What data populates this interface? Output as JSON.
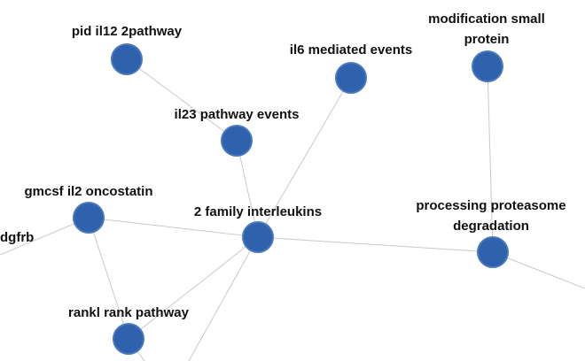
{
  "graph": {
    "nodes": [
      {
        "id": "pid-il12",
        "label_lines": [
          "pid il12 2pathway"
        ]
      },
      {
        "id": "il6",
        "label_lines": [
          "il6 mediated events"
        ]
      },
      {
        "id": "modification",
        "label_lines": [
          "modification small",
          "protein"
        ]
      },
      {
        "id": "il23",
        "label_lines": [
          "il23 pathway events"
        ]
      },
      {
        "id": "gmcsf",
        "label_lines": [
          "gmcsf il2 oncostatin"
        ]
      },
      {
        "id": "family",
        "label_lines": [
          "2 family interleukins"
        ]
      },
      {
        "id": "processing",
        "label_lines": [
          "processing proteasome",
          "degradation"
        ]
      },
      {
        "id": "rankl",
        "label_lines": [
          "rankl rank pathway"
        ]
      },
      {
        "id": "pdgfrb",
        "label_lines": [
          "dgfrb"
        ]
      }
    ],
    "edges": [
      [
        "pid-il12",
        "il23"
      ],
      [
        "il23",
        "family"
      ],
      [
        "il6",
        "family"
      ],
      [
        "modification",
        "processing"
      ],
      [
        "gmcsf",
        "family"
      ],
      [
        "family",
        "processing"
      ],
      [
        "family",
        "rankl"
      ],
      [
        "gmcsf",
        "rankl"
      ],
      [
        "gmcsf",
        "offscreen-left"
      ],
      [
        "family",
        "offscreen-bottom"
      ],
      [
        "rankl",
        "offscreen-bottom-2"
      ],
      [
        "processing",
        "offscreen-right"
      ]
    ]
  },
  "colors": {
    "node_fill": "#2f62ac",
    "node_stroke": "#4a78be",
    "edge": "#c9c9c9",
    "label": "#111111"
  }
}
